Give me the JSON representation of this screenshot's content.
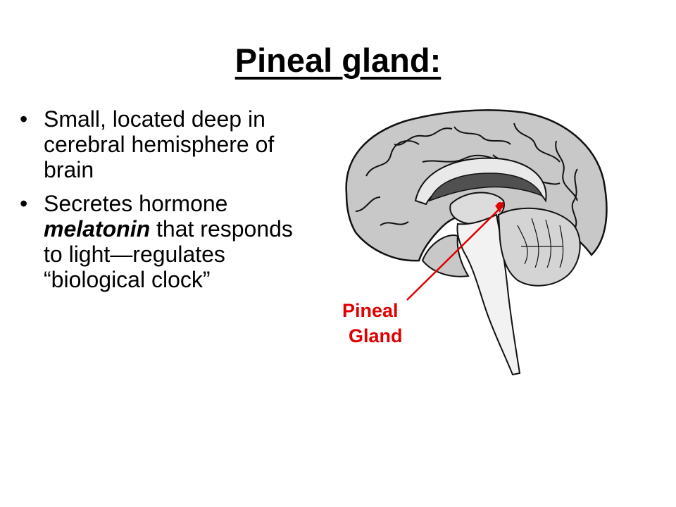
{
  "slide": {
    "title": "Pineal gland:",
    "bullet_marker": "•",
    "bullets": [
      {
        "text": "Small, located deep in cerebral hemisphere of brain"
      },
      {
        "before": "Secretes hormone ",
        "emphasis": "melatonin",
        "after": " that responds to light—regulates “biological clock”"
      }
    ]
  },
  "figure": {
    "label_line1": "Pineal",
    "label_line2": "Gland",
    "label_color": "#e00000",
    "brain_color": "#c8c8c8",
    "ventricle_color": "#505050"
  }
}
